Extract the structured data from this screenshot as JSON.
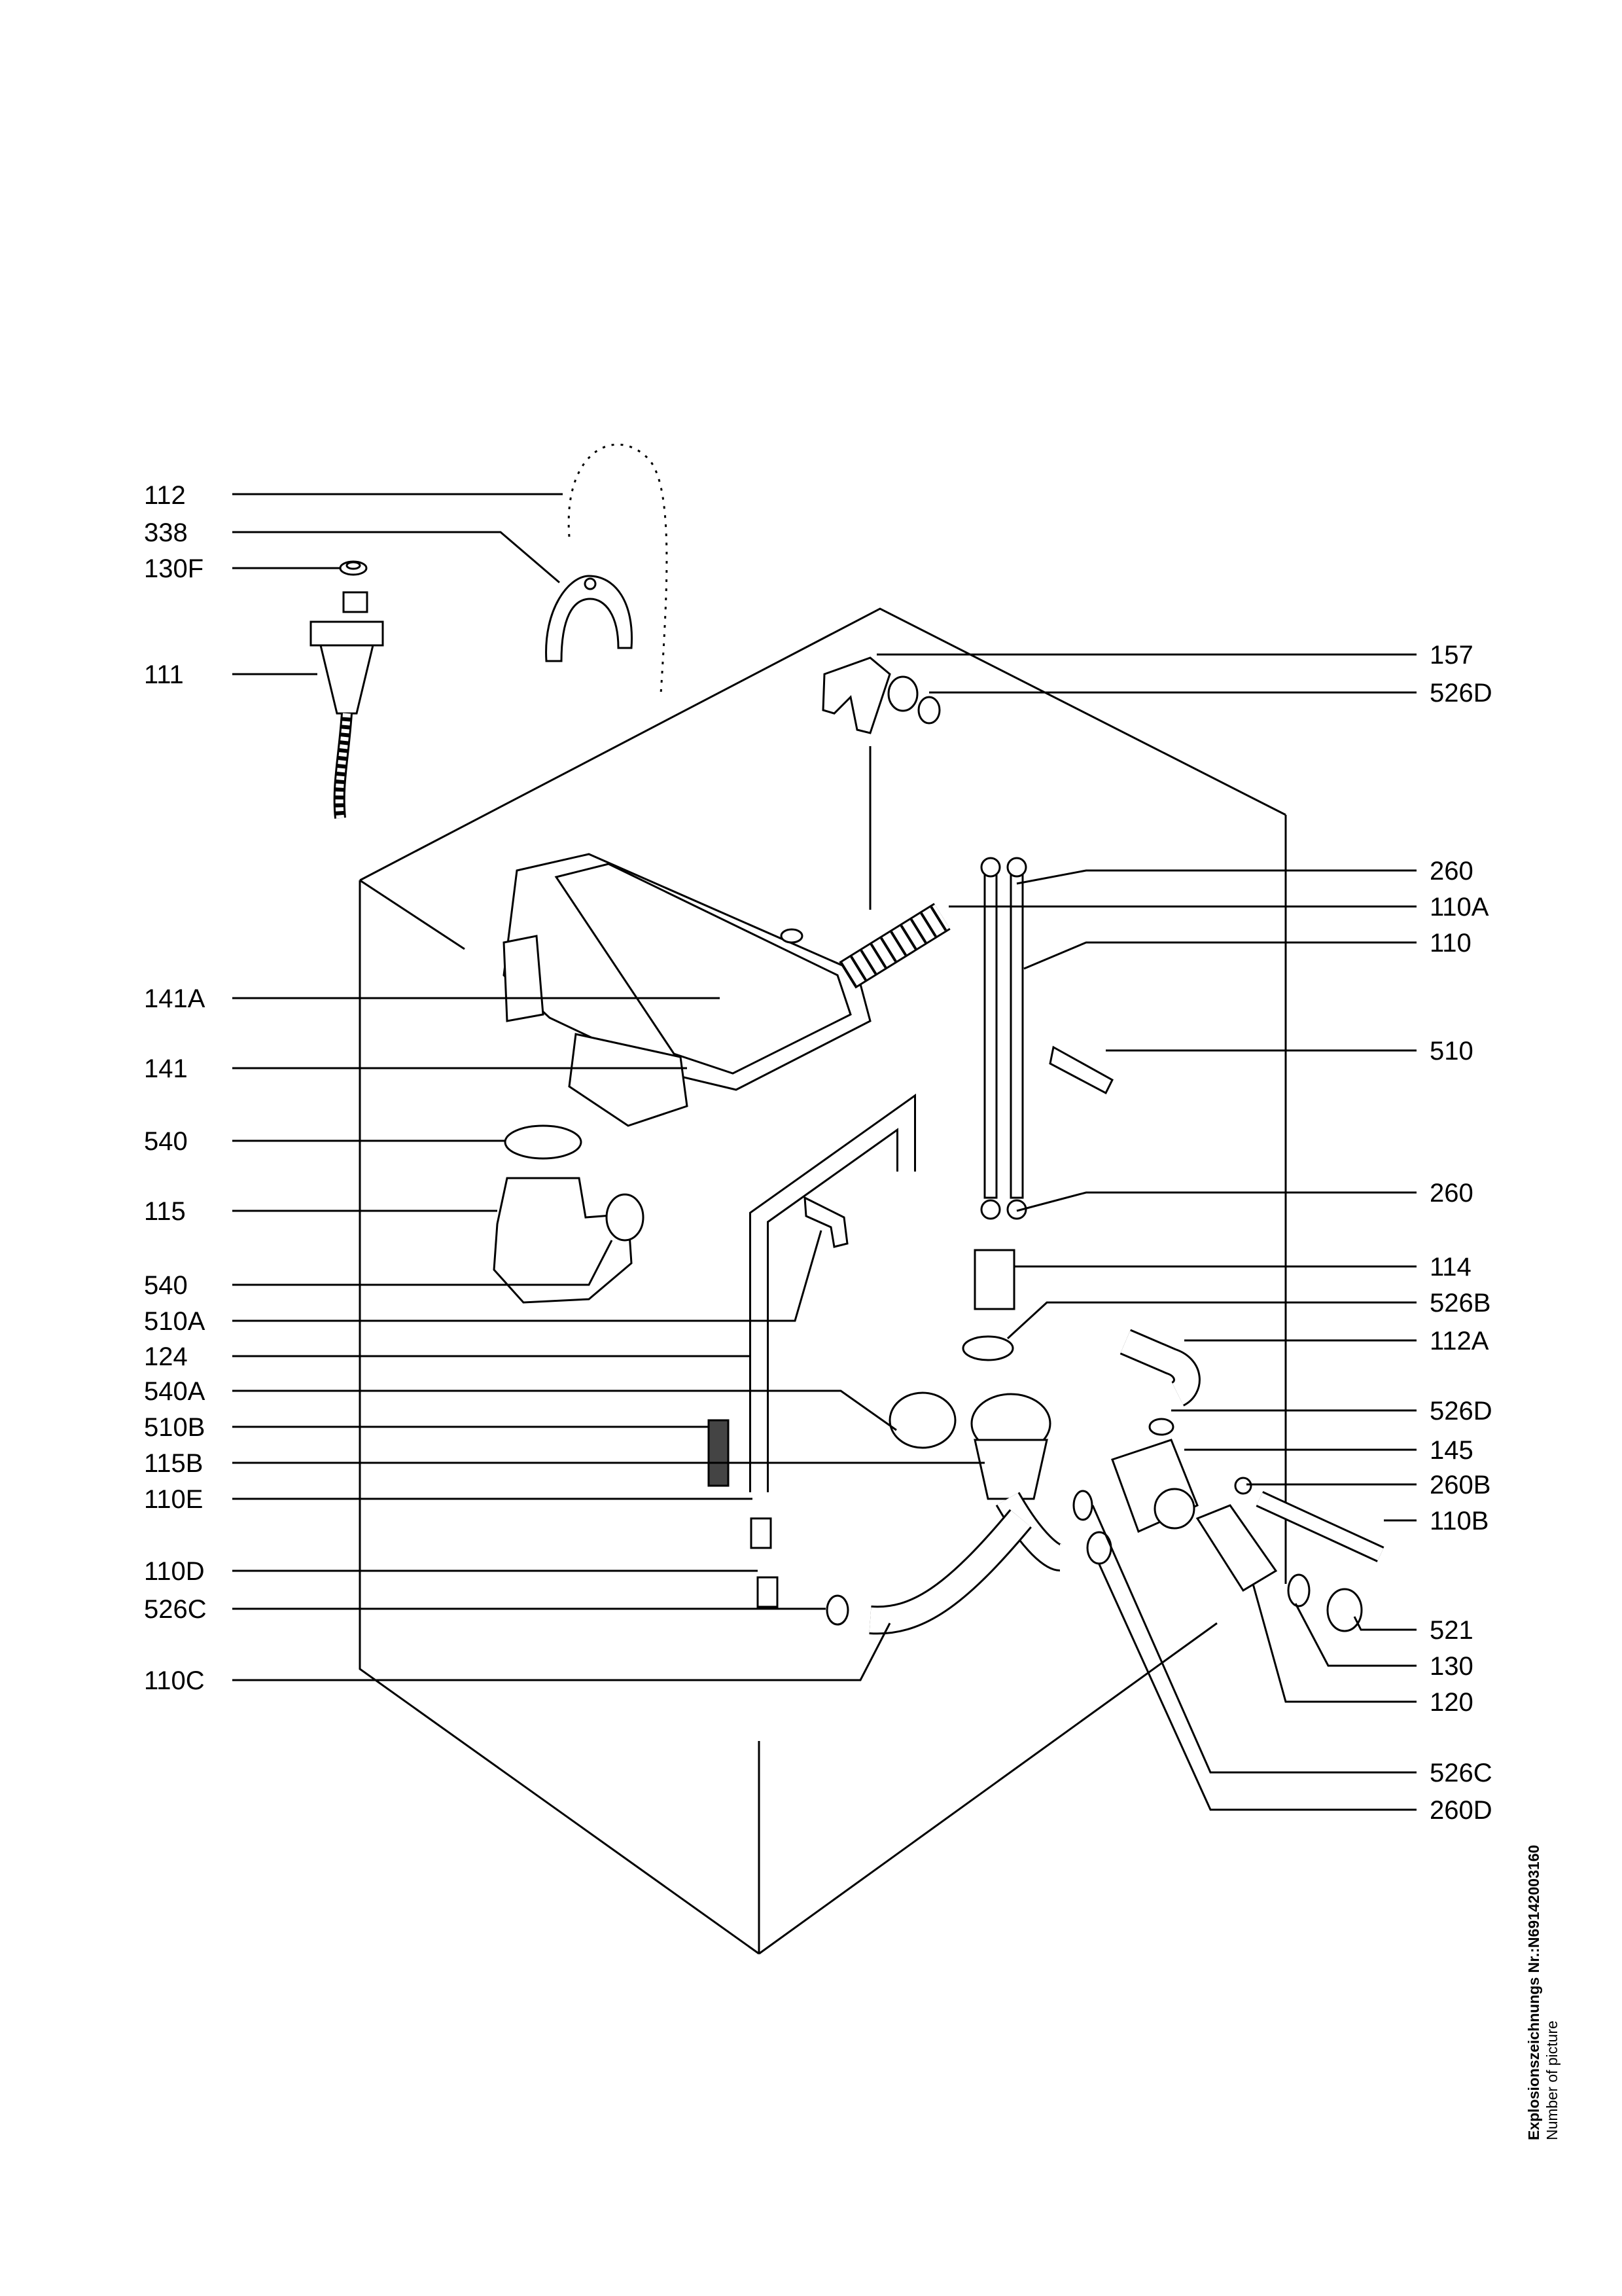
{
  "labels_left": [
    "112",
    "338",
    "130F",
    "111",
    "141A",
    "141",
    "540",
    "115",
    "540",
    "510A",
    "124",
    "540A",
    "510B",
    "115B",
    "110E",
    "110D",
    "526C",
    "110C"
  ],
  "labels_right": [
    "157",
    "526D",
    "260",
    "110A",
    "110",
    "510",
    "260",
    "114",
    "526B",
    "112A",
    "526D",
    "145",
    "260B",
    "110B",
    "521",
    "130",
    "120",
    "526C",
    "260D"
  ],
  "caption": {
    "title": "Explosionszeichnungs Nr.:N69142003160",
    "subtitle": "Number of picture"
  }
}
